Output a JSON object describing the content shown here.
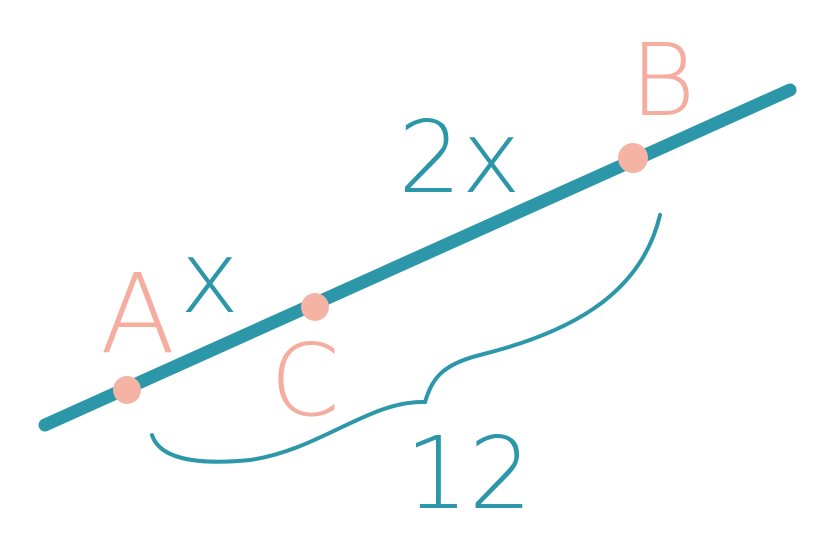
{
  "colors": {
    "segment": "#2b97a8",
    "point": "#f5b3a4",
    "label_point": "#f5ada0",
    "label_length": "#2b97a8"
  },
  "points": [
    {
      "id": "A",
      "label": "A"
    },
    {
      "id": "C",
      "label": "C"
    },
    {
      "id": "B",
      "label": "B"
    }
  ],
  "lengths": {
    "ac": "x",
    "cb": "2x",
    "ab_total": "12"
  }
}
